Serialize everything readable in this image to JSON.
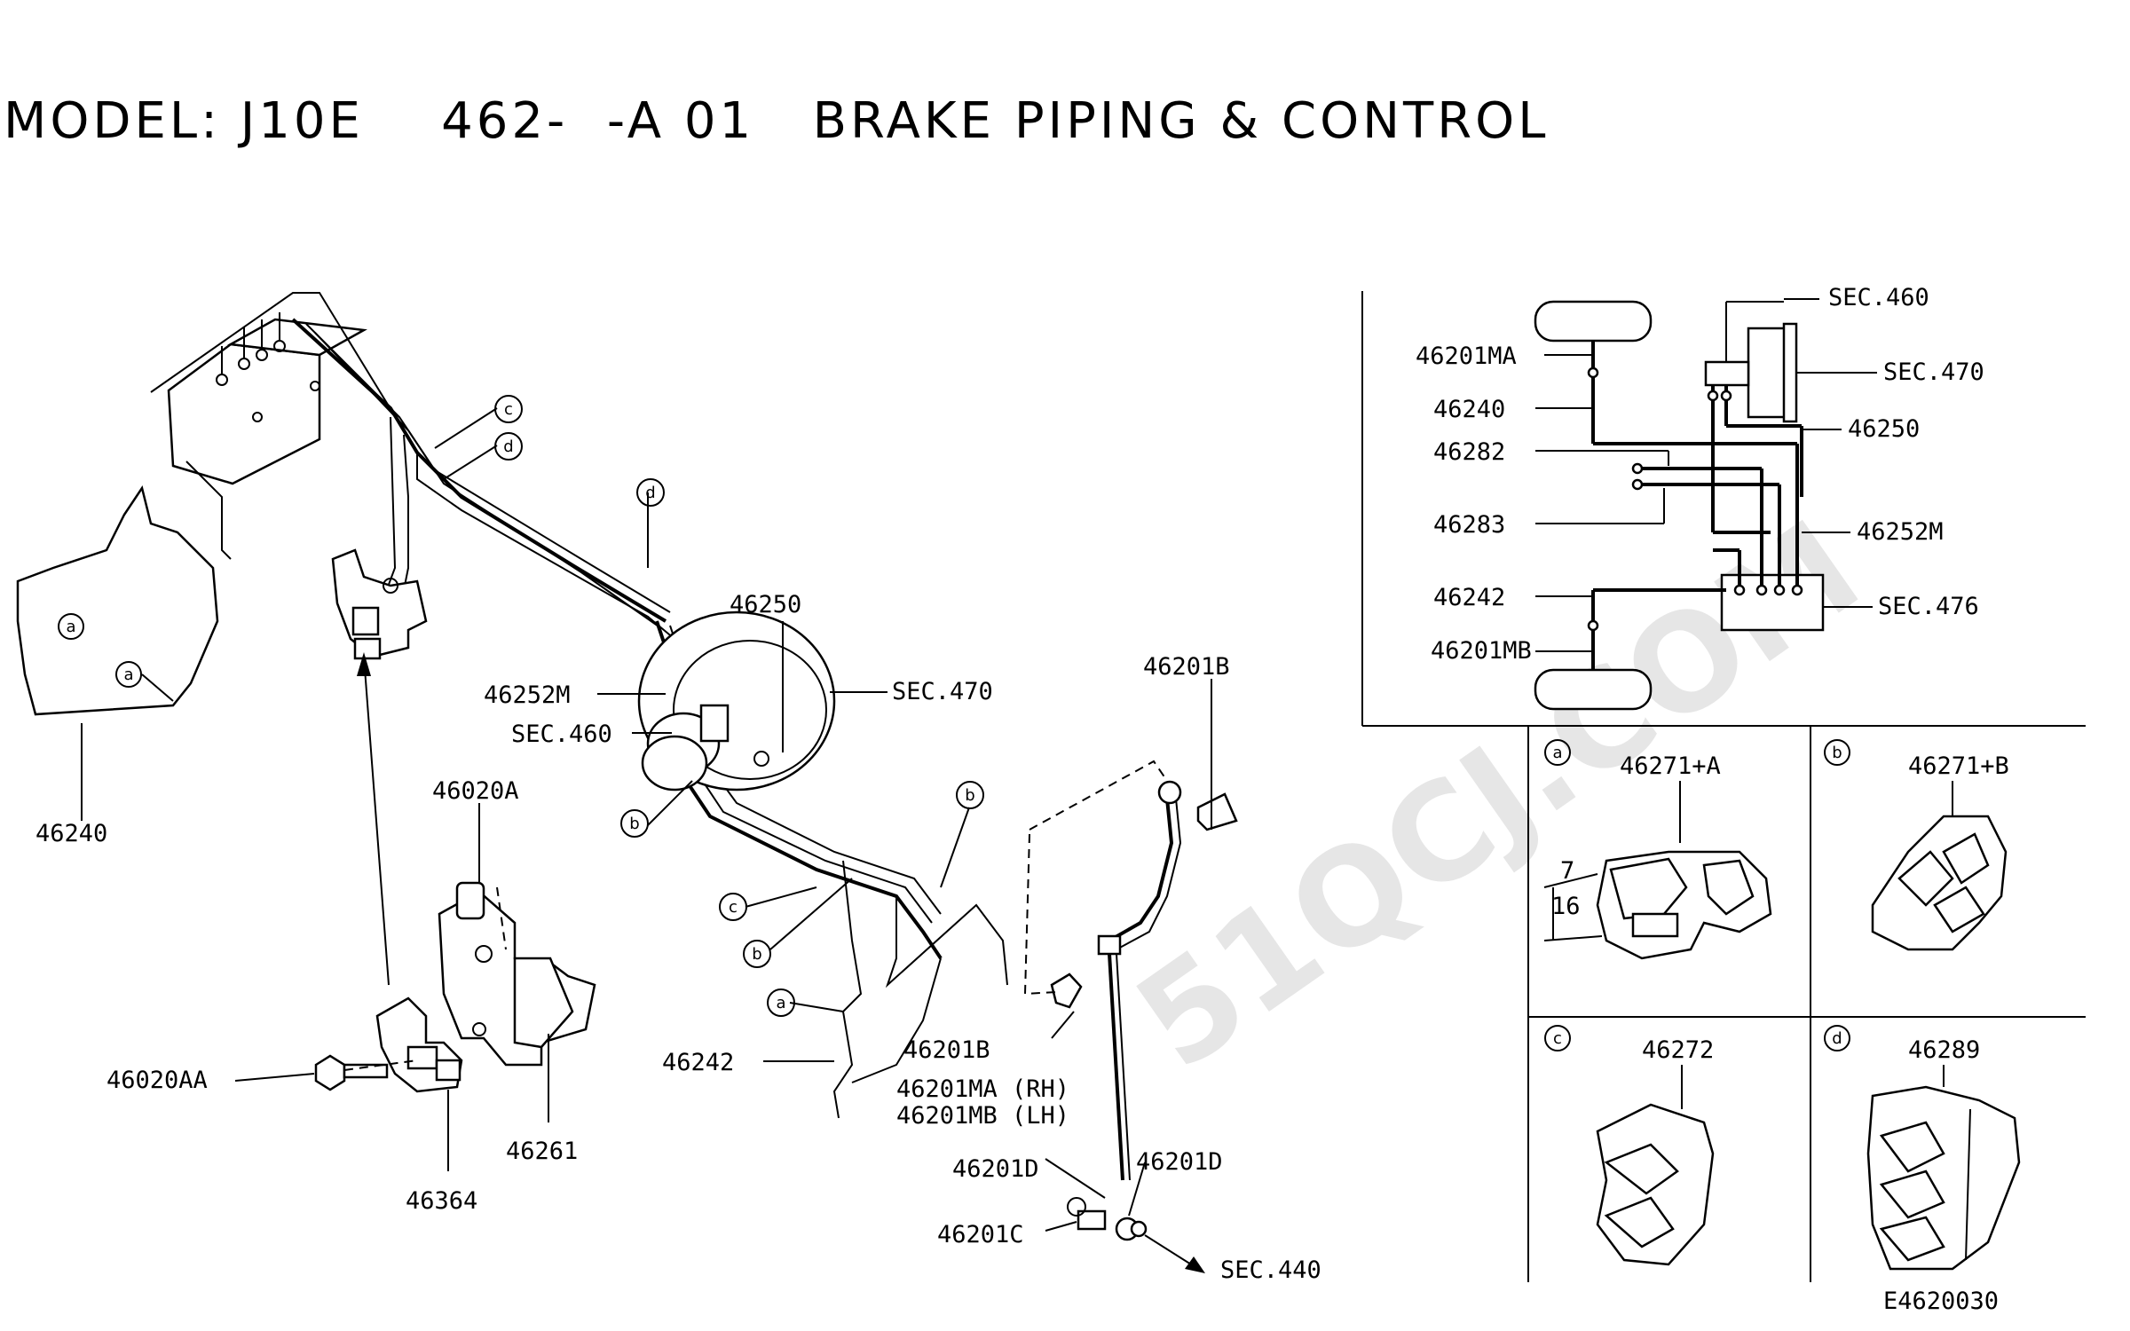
{
  "title": "MODEL: J10E    462-  -A 01   BRAKE PIPING & CONTROL",
  "watermark": "51QCJ.COM",
  "diagram_code": "E4620030",
  "main_labels": {
    "p46240": "46240",
    "p46020A": "46020A",
    "p46020AA": "46020AA",
    "p46261": "46261",
    "p46364": "46364",
    "p46250": "46250",
    "p46252M": "46252M",
    "sec460": "SEC.460",
    "sec470": "SEC.470",
    "p46242": "46242",
    "p46201MA": "46201MA (RH)",
    "p46201MB": "46201MB (LH)",
    "p46201B_top": "46201B",
    "p46201B_mid": "46201B",
    "p46201D_left": "46201D",
    "p46201D_right": "46201D",
    "p46201C": "46201C",
    "sec440": "SEC.440"
  },
  "circle_refs": {
    "a": "a",
    "b": "b",
    "c": "c",
    "d": "d"
  },
  "schematic_labels": {
    "sec460": "SEC.460",
    "sec470": "SEC.470",
    "p46201MA": "46201MA",
    "p46240": "46240",
    "p46250": "46250",
    "p46282": "46282",
    "p46283": "46283",
    "p46252M": "46252M",
    "p46242": "46242",
    "sec476": "SEC.476",
    "p46201MB": "46201MB"
  },
  "detail_panels": [
    {
      "ref": "a",
      "part": "46271+A",
      "dim_top": "7",
      "dim_bottom": "16"
    },
    {
      "ref": "b",
      "part": "46271+B"
    },
    {
      "ref": "c",
      "part": "46272"
    },
    {
      "ref": "d",
      "part": "46289"
    }
  ]
}
